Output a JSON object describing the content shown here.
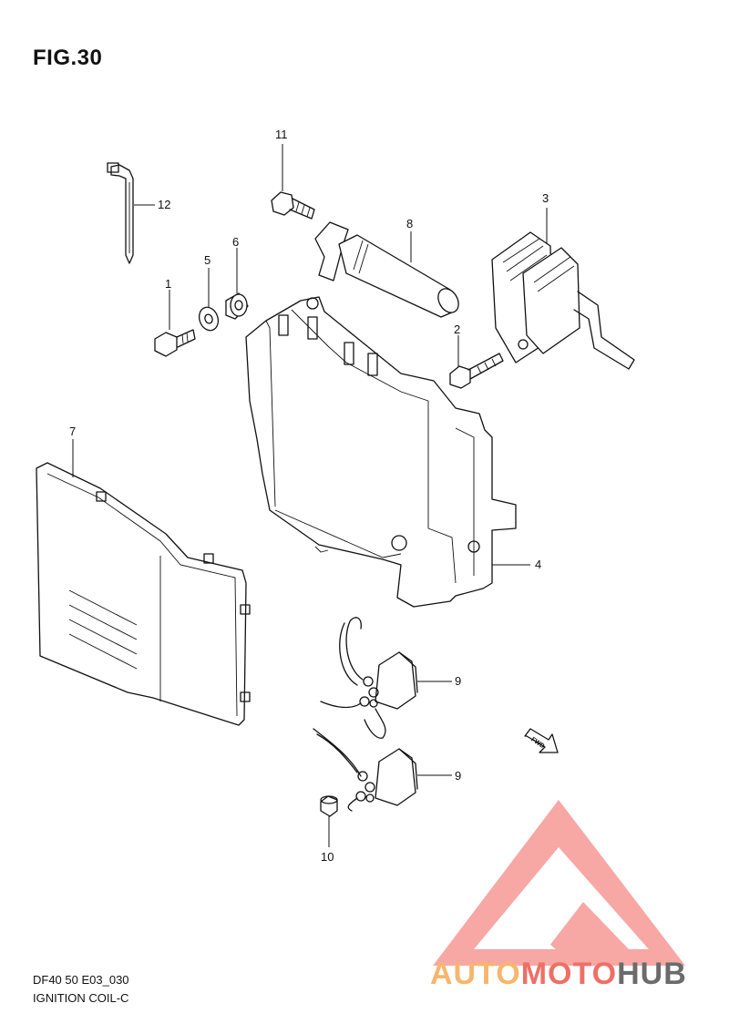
{
  "figure": {
    "title": "FIG.30",
    "code": "DF40 50 E03_030",
    "name": "IGNITION COIL-C",
    "fwd_label": "FWD"
  },
  "callouts": {
    "c1": "1",
    "c2": "2",
    "c3": "3",
    "c4": "4",
    "c5": "5",
    "c6": "6",
    "c7": "7",
    "c8": "8",
    "c9a": "9",
    "c9b": "9",
    "c10": "10",
    "c11": "11",
    "c12": "12"
  },
  "watermark": {
    "part_a": "AUTO",
    "part_b": "MOTO",
    "part_c": "HUB",
    "colors": {
      "triangle": "#f7a3a0",
      "auto": "#f7b66c",
      "moto": "#ee6f66",
      "hub": "#6b6b6b"
    }
  }
}
